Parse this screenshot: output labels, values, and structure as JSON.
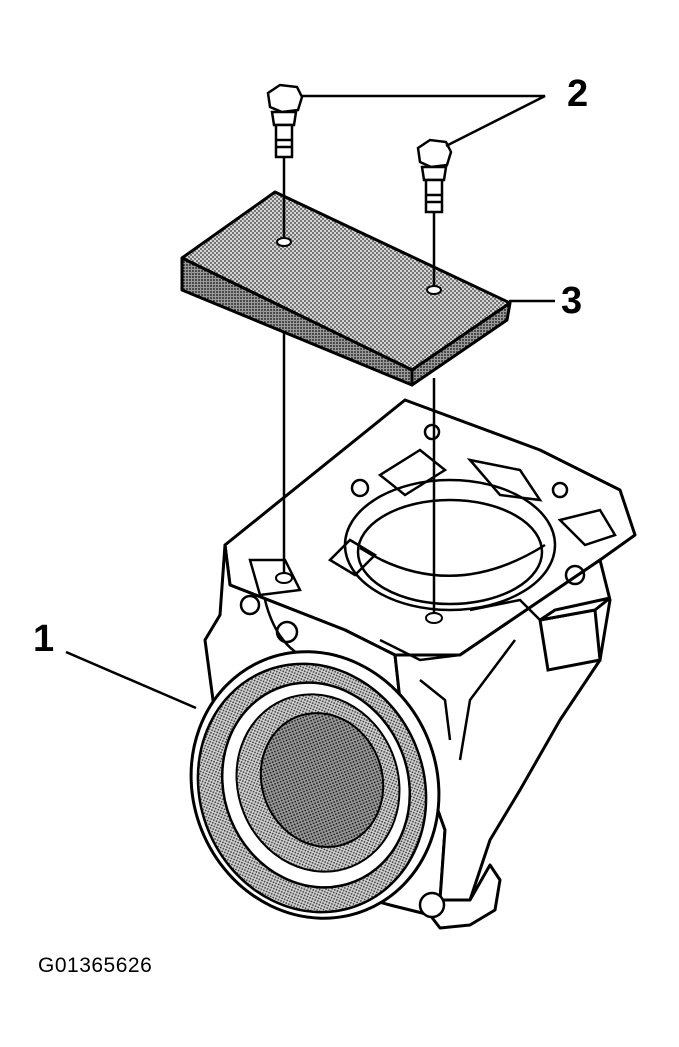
{
  "callouts": {
    "one": "1",
    "two": "2",
    "three": "3"
  },
  "figure_id": "G01365626",
  "colors": {
    "ink": "#000000",
    "paper": "#ffffff",
    "shade": "#7a7a7a"
  }
}
